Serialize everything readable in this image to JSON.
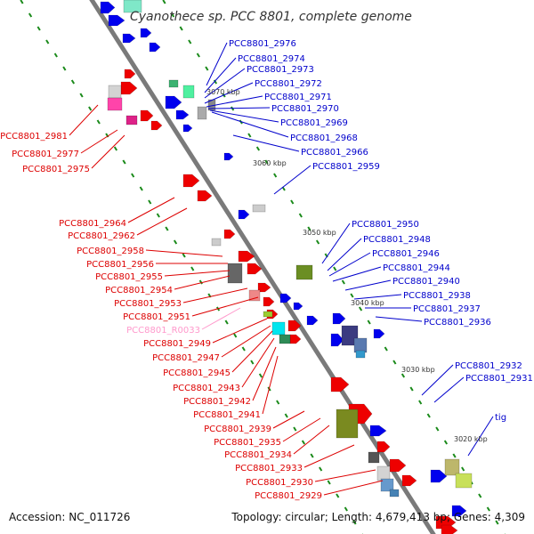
{
  "title": "Cyanothece sp. PCC 8801, complete genome",
  "footer": {
    "accession": "Accession: NC_011726",
    "summary": "Topology: circular; Length: 4,679,413 bp; Genes: 4,309"
  },
  "colors": {
    "forward_gene": "#0000ee",
    "reverse_gene": "#ee0000",
    "rna": "#ff99cc",
    "backbone": "#7a7a7a",
    "tick": "#1a8a1a"
  },
  "scale_labels": [
    "3070 kbp",
    "3060 kbp",
    "3050 kbp",
    "3040 kbp",
    "3030 kbp",
    "3020 kbp"
  ],
  "labels_right": [
    "PCC8801_2976",
    "PCC8801_2974",
    "PCC8801_2973",
    "PCC8801_2972",
    "PCC8801_2971",
    "PCC8801_2970",
    "PCC8801_2969",
    "PCC8801_2968",
    "PCC8801_2966",
    "PCC8801_2959",
    "PCC8801_2950",
    "PCC8801_2948",
    "PCC8801_2946",
    "PCC8801_2944",
    "PCC8801_2940",
    "PCC8801_2938",
    "PCC8801_2937",
    "PCC8801_2936",
    "PCC8801_2932",
    "PCC8801_2931",
    "tig"
  ],
  "labels_left": [
    "PCC8801_2981",
    "PCC8801_2977",
    "PCC8801_2975",
    "PCC8801_2964",
    "PCC8801_2962",
    "PCC8801_2958",
    "PCC8801_2956",
    "PCC8801_2955",
    "PCC8801_2954",
    "PCC8801_2953",
    "PCC8801_2951",
    "PCC8801_R0033",
    "PCC8801_2949",
    "PCC8801_2947",
    "PCC8801_2945",
    "PCC8801_2943",
    "PCC8801_2942",
    "PCC8801_2941",
    "PCC8801_2939",
    "PCC8801_2935",
    "PCC8801_2934",
    "PCC8801_2933",
    "PCC8801_2930",
    "PCC8801_2929"
  ]
}
